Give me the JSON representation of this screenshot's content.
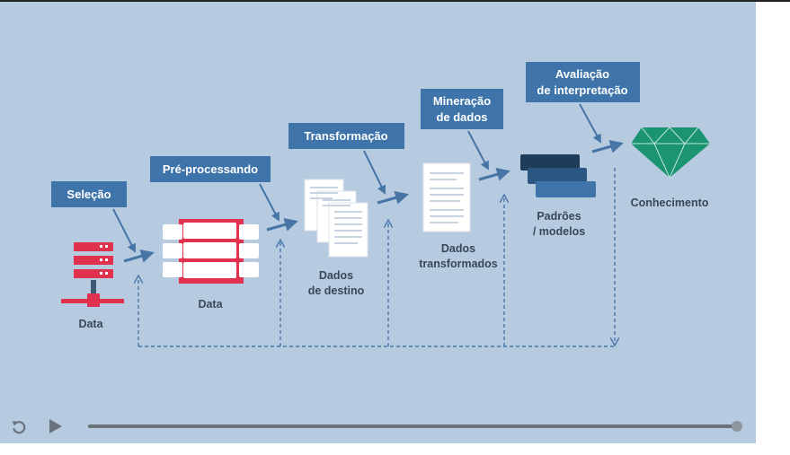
{
  "diagram": {
    "labels": {
      "selecao": "Seleção",
      "preprocessando": "Pré-processando",
      "transformacao": "Transformação",
      "mineracao_1": "Mineração",
      "mineracao_2": "de dados",
      "avaliacao_1": "Avaliação",
      "avaliacao_2": "de interpretação"
    },
    "captions": {
      "data_source": "Data",
      "data": "Data",
      "destino_1": "Dados",
      "destino_2": "de destino",
      "transformados_1": "Dados",
      "transformados_2": "transformados",
      "padroes_1": "Padrões",
      "padroes_2": "/ modelos",
      "conhecimento": "Conhecimento"
    },
    "colors": {
      "background": "#b6cae0",
      "label_box": "#3e74a9",
      "arrow": "#4776a6",
      "database": "#e0314f",
      "gem": "#1b9472",
      "caption": "#3a4757"
    }
  },
  "player": {
    "replay_icon": "replay-icon",
    "play_icon": "play-icon",
    "progress": 1.0
  }
}
